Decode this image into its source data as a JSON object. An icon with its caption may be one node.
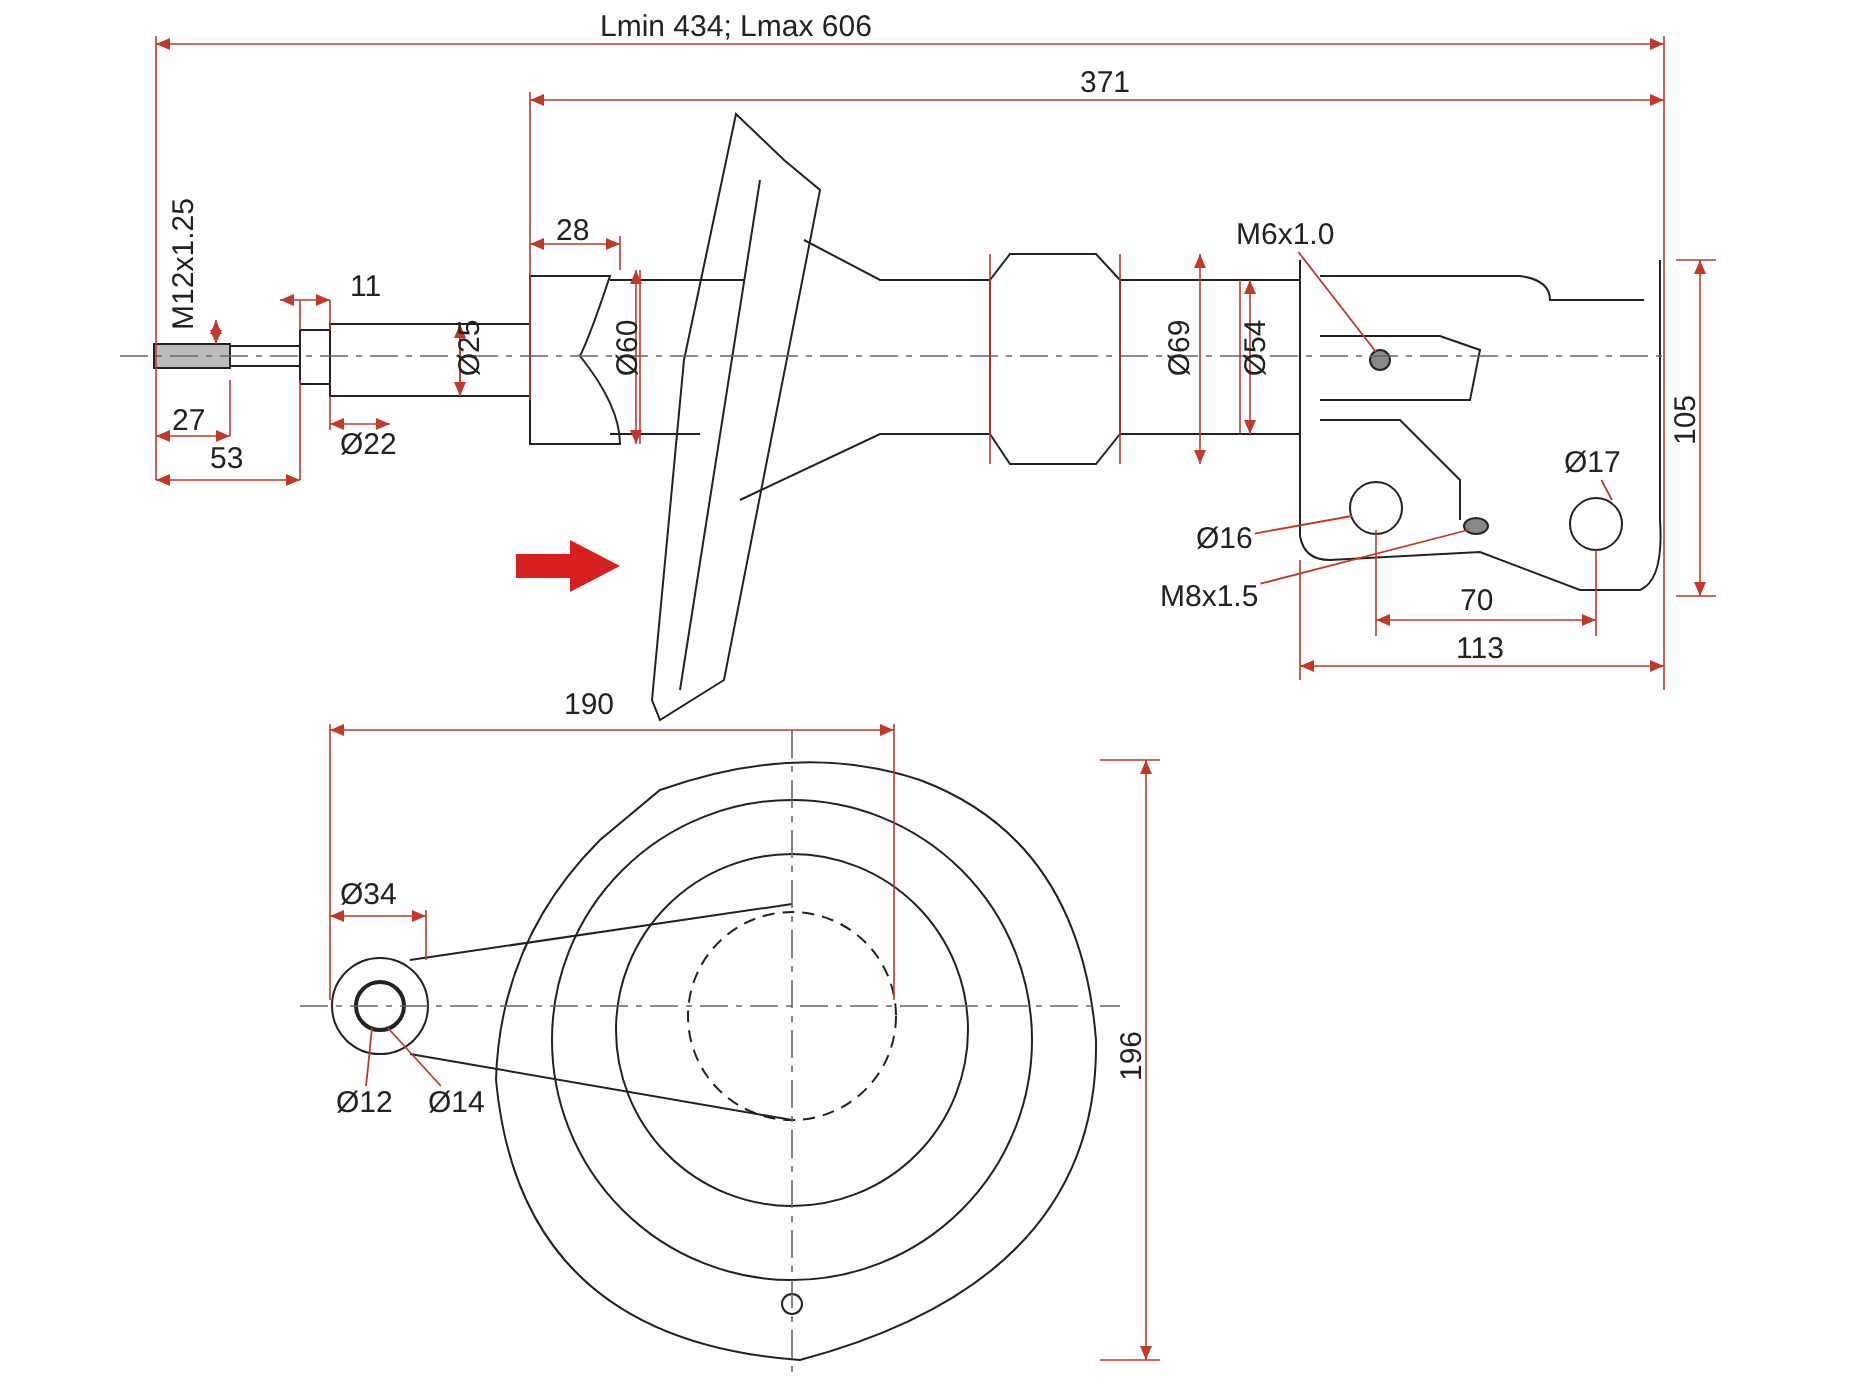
{
  "diagram": {
    "nodes": [
      {
        "text": [
          "M6x1.0"
        ]
      },
      {
        "text": [
          "Ø17"
        ]
      },
      {
        "text": [
          "Ø16"
        ]
      },
      {
        "text": [
          "M8x1.5"
        ]
      },
      {
        "text": [
          "Ø12"
        ]
      },
      {
        "text": [
          "Ø14"
        ]
      }
    ],
    "edges": [
      {
        "from": 0,
        "to": null,
        "arrow": "none"
      },
      {
        "from": 1,
        "to": null,
        "arrow": "none"
      },
      {
        "from": 2,
        "to": null,
        "arrow": "none"
      },
      {
        "from": 3,
        "to": null,
        "arrow": "none"
      },
      {
        "from": 4,
        "to": null,
        "arrow": "none"
      },
      {
        "from": 5,
        "to": null,
        "arrow": "none"
      }
    ],
    "labels": [
      "Lmin 434; Lmax 606",
      "371",
      "28",
      "M12x1.25",
      "11",
      "Ø25",
      "Ø60",
      "Ø69",
      "Ø54",
      "105",
      "27",
      "Ø22",
      "53",
      "70",
      "113",
      "190",
      "Ø34",
      "196"
    ]
  }
}
